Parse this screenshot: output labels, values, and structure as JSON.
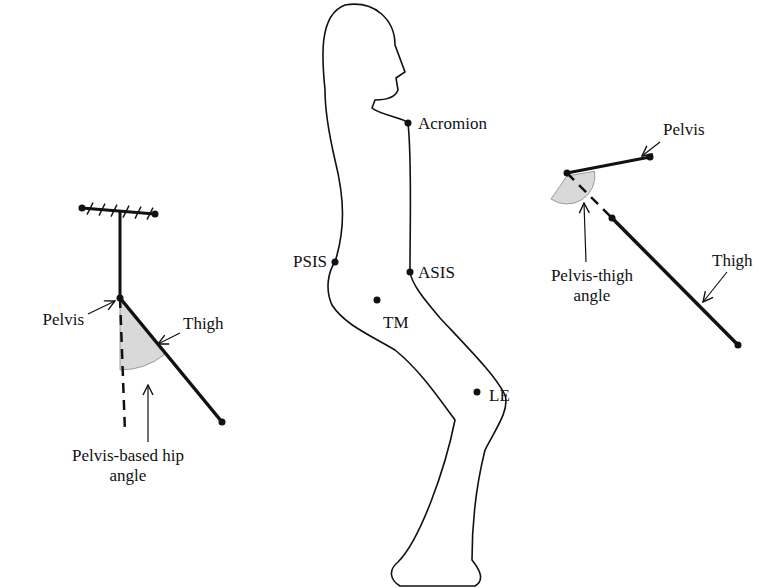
{
  "diagram": {
    "labels": [
      "Acromion",
      "PSIS",
      "ASIS",
      "TM",
      "LE",
      "Pelvis",
      "Thigh",
      "Pelvis-based hip angle",
      "Pelvis",
      "Thigh",
      "Pelvis-thigh angle"
    ]
  }
}
